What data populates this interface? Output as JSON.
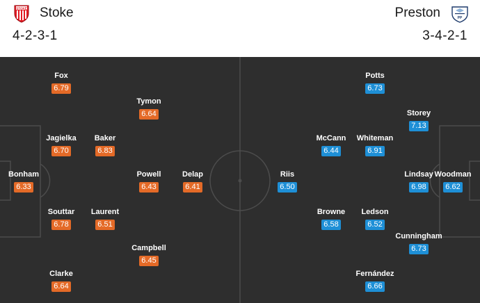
{
  "home": {
    "name": "Stoke",
    "formation": "4-2-3-1",
    "crest": "stoke-city-crest",
    "rating_color": "#e46a27",
    "players": [
      {
        "name": "Bonham",
        "rating": "6.33"
      },
      {
        "name": "Fox",
        "rating": "6.79"
      },
      {
        "name": "Jagielka",
        "rating": "6.70"
      },
      {
        "name": "Souttar",
        "rating": "6.78"
      },
      {
        "name": "Clarke",
        "rating": "6.64"
      },
      {
        "name": "Baker",
        "rating": "6.83"
      },
      {
        "name": "Laurent",
        "rating": "6.51"
      },
      {
        "name": "Tymon",
        "rating": "6.64"
      },
      {
        "name": "Powell",
        "rating": "6.43"
      },
      {
        "name": "Campbell",
        "rating": "6.45"
      },
      {
        "name": "Delap",
        "rating": "6.41"
      }
    ]
  },
  "away": {
    "name": "Preston",
    "formation": "3-4-2-1",
    "crest": "preston-north-end-crest",
    "rating_color": "#1e8fd6",
    "players": [
      {
        "name": "Woodman",
        "rating": "6.62"
      },
      {
        "name": "Storey",
        "rating": "7.13"
      },
      {
        "name": "Lindsay",
        "rating": "6.98"
      },
      {
        "name": "Cunningham",
        "rating": "6.73"
      },
      {
        "name": "Potts",
        "rating": "6.73"
      },
      {
        "name": "Whiteman",
        "rating": "6.91"
      },
      {
        "name": "Ledson",
        "rating": "6.52"
      },
      {
        "name": "Fernández",
        "rating": "6.66"
      },
      {
        "name": "McCann",
        "rating": "6.44"
      },
      {
        "name": "Browne",
        "rating": "6.58"
      },
      {
        "name": "Riis",
        "rating": "6.50"
      }
    ]
  },
  "pitch_color": "#2e2e2e"
}
